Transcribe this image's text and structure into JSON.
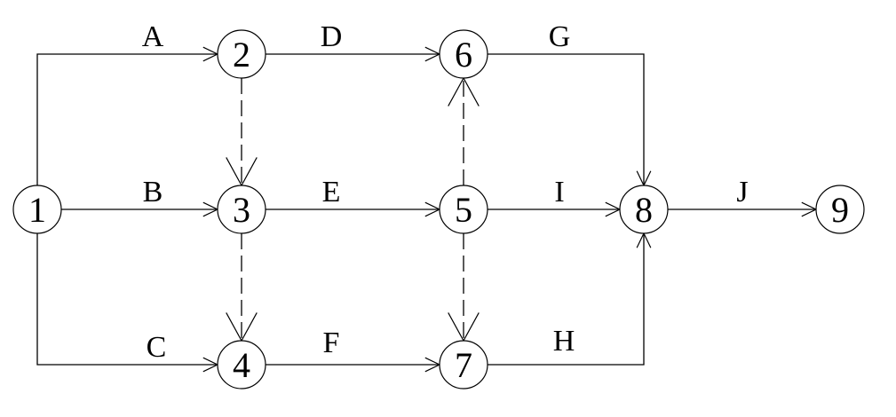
{
  "diagram": {
    "type": "activity-on-arrow network",
    "line_color": "#000000",
    "background": "#ffffff",
    "nodes": [
      {
        "id": "1",
        "label": "1"
      },
      {
        "id": "2",
        "label": "2"
      },
      {
        "id": "3",
        "label": "3"
      },
      {
        "id": "4",
        "label": "4"
      },
      {
        "id": "5",
        "label": "5"
      },
      {
        "id": "6",
        "label": "6"
      },
      {
        "id": "7",
        "label": "7"
      },
      {
        "id": "8",
        "label": "8"
      },
      {
        "id": "9",
        "label": "9"
      }
    ],
    "activities": [
      {
        "label": "A",
        "from": "1",
        "to": "2",
        "dummy": false
      },
      {
        "label": "B",
        "from": "1",
        "to": "3",
        "dummy": false
      },
      {
        "label": "C",
        "from": "1",
        "to": "4",
        "dummy": false
      },
      {
        "label": "D",
        "from": "2",
        "to": "6",
        "dummy": false
      },
      {
        "label": "E",
        "from": "3",
        "to": "5",
        "dummy": false
      },
      {
        "label": "F",
        "from": "4",
        "to": "7",
        "dummy": false
      },
      {
        "label": "G",
        "from": "6",
        "to": "8",
        "dummy": false
      },
      {
        "label": "I",
        "from": "5",
        "to": "8",
        "dummy": false
      },
      {
        "label": "H",
        "from": "7",
        "to": "8",
        "dummy": false
      },
      {
        "label": "J",
        "from": "8",
        "to": "9",
        "dummy": false
      }
    ],
    "dummies": [
      {
        "from": "2",
        "to": "3"
      },
      {
        "from": "3",
        "to": "4"
      },
      {
        "from": "5",
        "to": "6"
      },
      {
        "from": "5",
        "to": "7"
      }
    ]
  }
}
